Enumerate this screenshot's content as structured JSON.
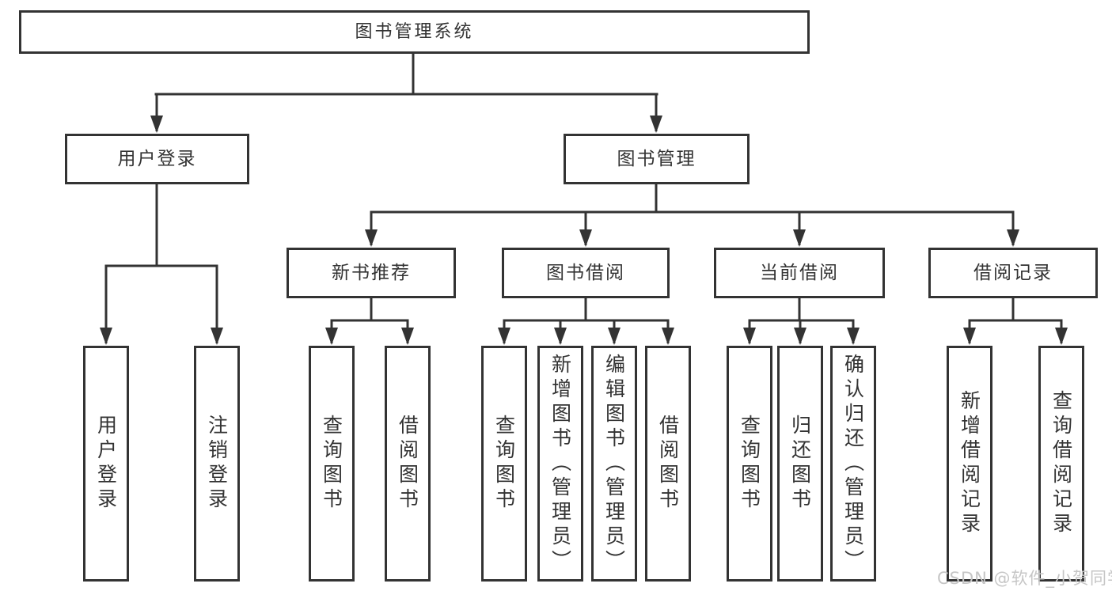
{
  "tree": {
    "root": {
      "label": "图书管理系统"
    },
    "branches": [
      {
        "label": "用户登录",
        "leaves": [
          "用户登录",
          "注销登录"
        ]
      },
      {
        "label": "图书管理",
        "groups": [
          {
            "label": "新书推荐",
            "leaves": [
              "查询图书",
              "借阅图书"
            ]
          },
          {
            "label": "图书借阅",
            "leaves": [
              "查询图书",
              "新增图书（管理员）",
              "编辑图书（管理员）",
              "借阅图书"
            ]
          },
          {
            "label": "当前借阅",
            "leaves": [
              "查询图书",
              "归还图书",
              "确认归还（管理员）"
            ]
          },
          {
            "label": "借阅记录",
            "leaves": [
              "新增借阅记录",
              "查询借阅记录"
            ]
          }
        ]
      }
    ]
  },
  "watermark": "CSDN @软件_小贺同学",
  "colors": {
    "line": "#333333",
    "box_border": "#333333",
    "box_fill": "#ffffff",
    "text": "#333333",
    "watermark_text": "#c6c6c6"
  }
}
